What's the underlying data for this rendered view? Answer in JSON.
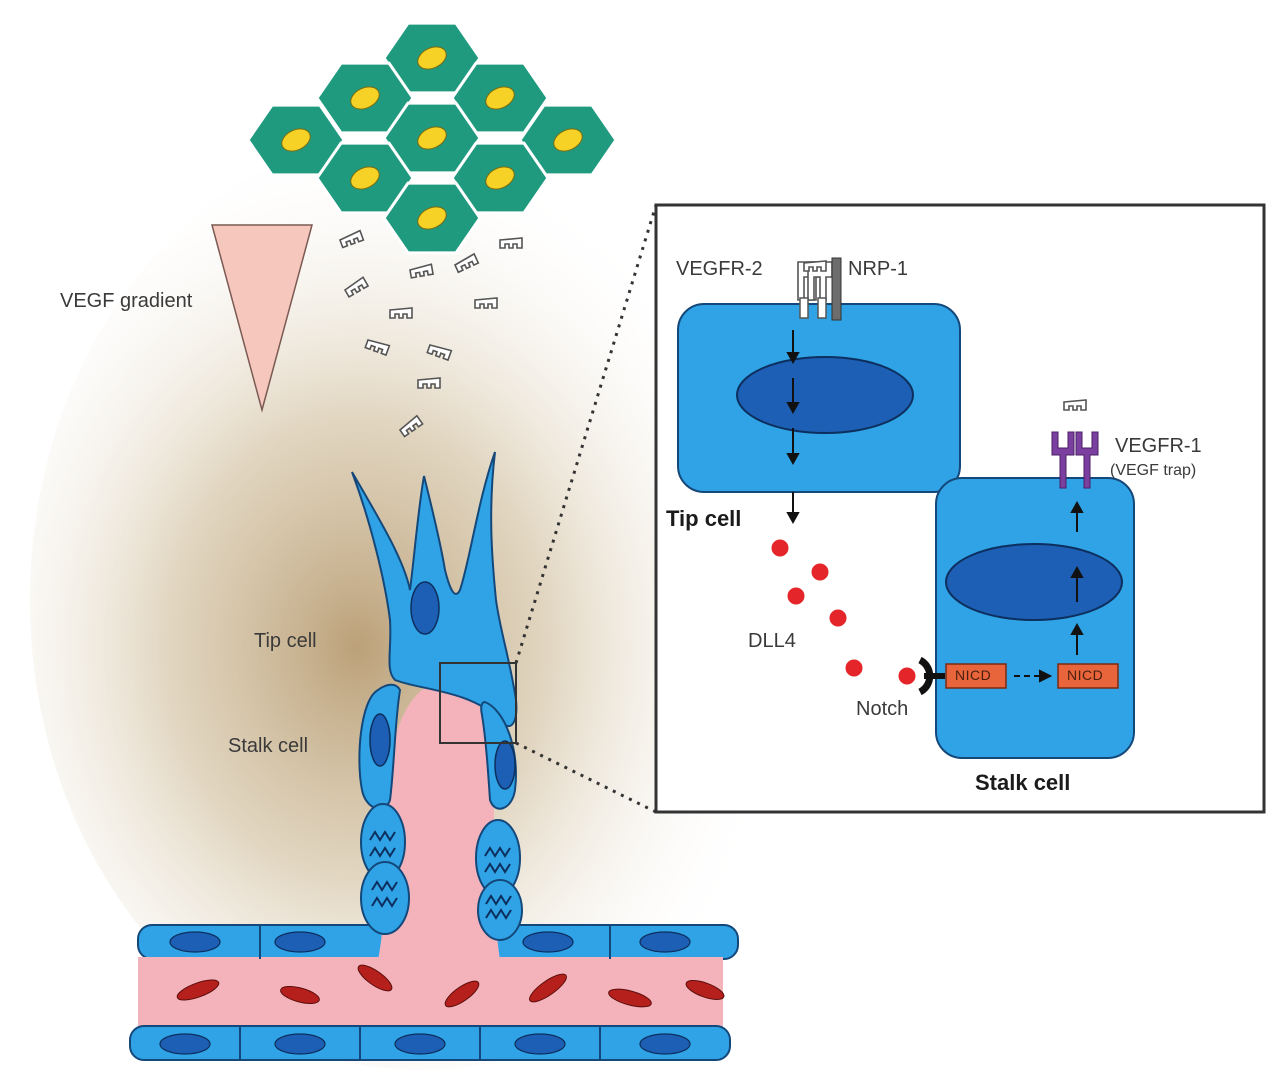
{
  "labels": {
    "vegf_gradient": "VEGF gradient",
    "tip_cell": "Tip cell",
    "stalk_cell": "Stalk cell"
  },
  "inset": {
    "vegfr2": "VEGFR-2",
    "nrp1": "NRP-1",
    "vegfr1": "VEGFR-1",
    "vegf_trap": "(VEGF trap)",
    "tip_cell": "Tip cell",
    "dll4": "DLL4",
    "notch": "Notch",
    "nicd_left": "NICD",
    "nicd_right": "NICD",
    "stalk_cell": "Stalk cell"
  },
  "colors": {
    "tissue_cell": "#1f9a7f",
    "tissue_nucleus": "#f5d225",
    "endothelial_cell": "#2fa3e6",
    "endothelial_nucleus": "#1d5fb4",
    "vessel_lumen": "#f4b3bb",
    "red_blood_cell": "#b6201c",
    "gradient_triangle": "#f6c7bd",
    "dll4_ligand": "#e4262a",
    "nicd_box": "#e8643a",
    "vegfr1_receptor": "#7b3fa0",
    "nrp1_receptor": "#6d6d6d"
  },
  "icons": [
    "vegf-molecule-icon",
    "vegfr2-receptor-icon",
    "nrp1-receptor-icon",
    "vegfr1-receptor-icon",
    "notch-receptor-icon",
    "dll4-ligand-icon"
  ]
}
